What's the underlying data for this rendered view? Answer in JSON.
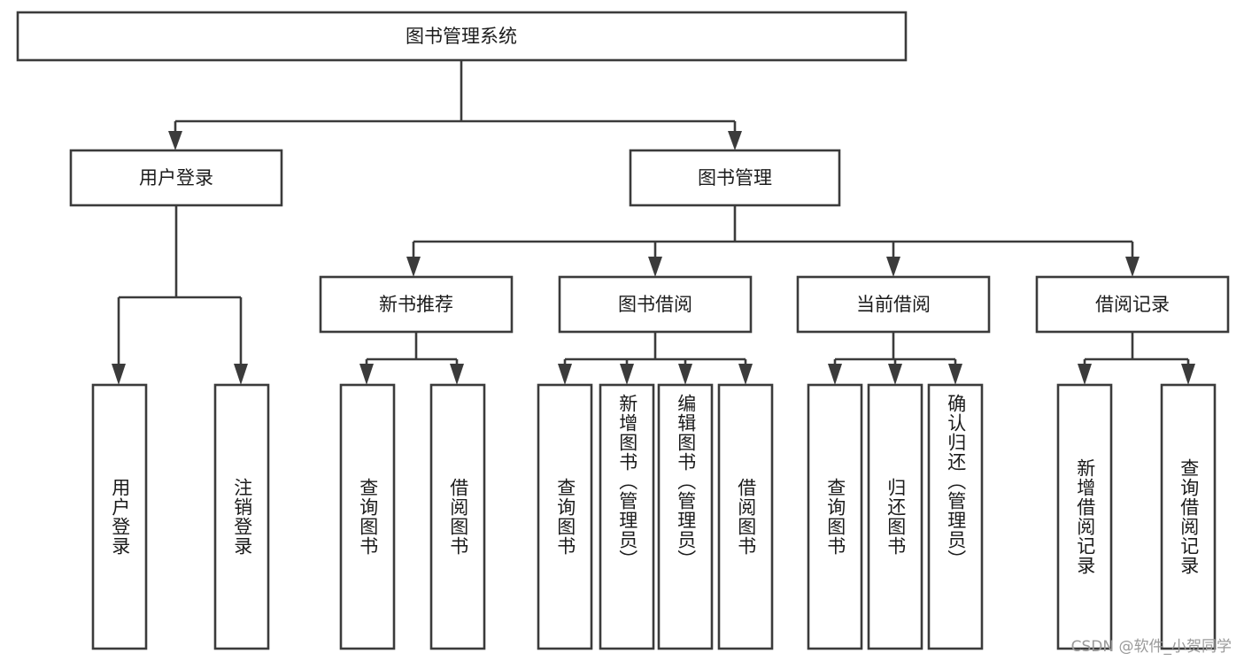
{
  "diagram": {
    "type": "tree-hierarchy",
    "title": "图书管理系统",
    "orientation": "top-down",
    "colors": {
      "box_stroke": "#3b3b3b",
      "box_fill": "#ffffff",
      "text": "#1b1b1b",
      "background": "#ffffff",
      "watermark": "#9a9a9a"
    },
    "root": {
      "label": "图书管理系统"
    },
    "level2": [
      {
        "label": "用户登录"
      },
      {
        "label": "图书管理"
      }
    ],
    "level3": [
      {
        "label": "新书推荐"
      },
      {
        "label": "图书借阅"
      },
      {
        "label": "当前借阅"
      },
      {
        "label": "借阅记录"
      }
    ],
    "leaves": {
      "user_login": [
        {
          "label": "用户登录"
        },
        {
          "label": "注销登录"
        }
      ],
      "new_book_recommend": [
        {
          "label": "查询图书"
        },
        {
          "label": "借阅图书"
        }
      ],
      "book_borrow": [
        {
          "label": "查询图书"
        },
        {
          "label": "新增图书（管理员）"
        },
        {
          "label": "编辑图书（管理员）"
        },
        {
          "label": "借阅图书"
        }
      ],
      "current_borrow": [
        {
          "label": "查询图书"
        },
        {
          "label": "归还图书"
        },
        {
          "label": "确认归还（管理员）"
        }
      ],
      "borrow_record": [
        {
          "label": "新增借阅记录"
        },
        {
          "label": "查询借阅记录"
        }
      ]
    }
  },
  "watermark": {
    "text": "CSDN @软件_小贺同学"
  }
}
